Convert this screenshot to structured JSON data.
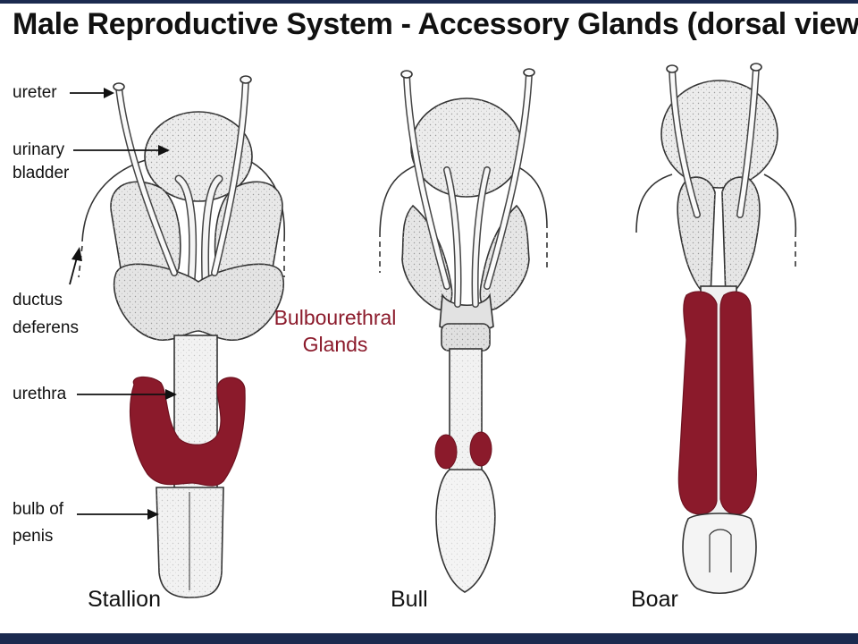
{
  "title": "Male Reproductive System - Accessory Glands (dorsal view)",
  "labels": {
    "ureter": "ureter",
    "urinary_bladder_1": "urinary",
    "urinary_bladder_2": "bladder",
    "ductus_deferens_1": "ductus",
    "ductus_deferens_2": "deferens",
    "urethra": "urethra",
    "bulb_of_penis_1": "bulb of",
    "bulb_of_penis_2": "penis"
  },
  "highlight": {
    "label_line_1": "Bulbourethral",
    "label_line_2": "Glands",
    "color": "#8b1a2b"
  },
  "species": {
    "stallion": "Stallion",
    "bull": "Bull",
    "boar": "Boar"
  },
  "colors": {
    "frame": "#1b2a4f",
    "organ_fill": "#ececec",
    "organ_stroke": "#333333"
  }
}
